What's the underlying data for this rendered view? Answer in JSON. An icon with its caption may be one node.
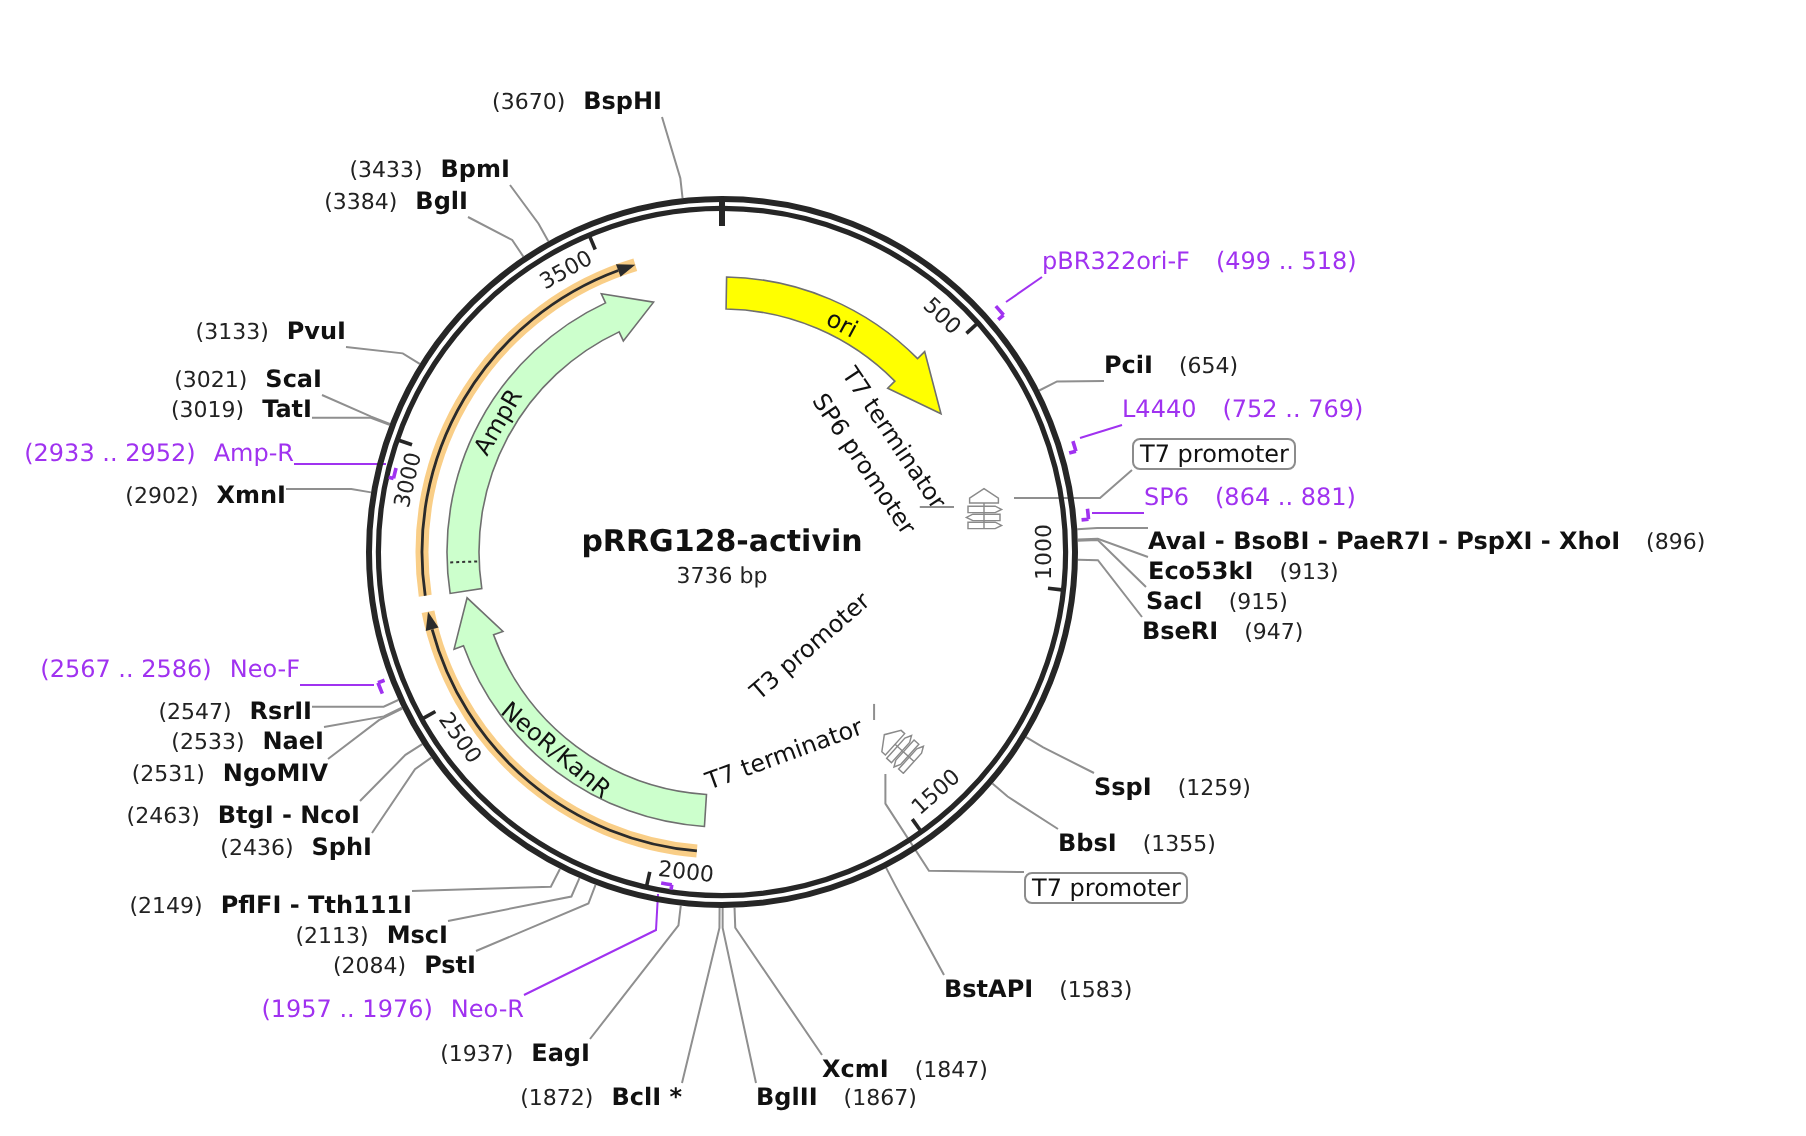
{
  "diagram": {
    "nodes": [
      {
        "text": [
          "pRRG128-activin",
          "3736 bp"
        ]
      },
      {
        "text": [
          "ori"
        ],
        "in": 0
      },
      {
        "text": [
          "AmpR"
        ],
        "in": 0
      },
      {
        "text": [
          "NeoR/KanR"
        ],
        "in": 0
      },
      {
        "text": [],
        "shape": "arrow",
        "in": 0
      },
      {
        "text": [],
        "shape": "arrow",
        "in": 0
      },
      {
        "text": [],
        "shape": "picture",
        "in": 0
      },
      {
        "text": [
          "SP6 promoter"
        ],
        "in": 0
      },
      {
        "text": [],
        "shape": "picture",
        "in": 0
      },
      {
        "text": [
          "T3 promoter"
        ],
        "in": 0
      },
      {
        "text": [
          "(3670)",
          "BspHI"
        ]
      },
      {
        "text": [
          "pBR322ori-F",
          "(499 .. 518)"
        ]
      },
      {
        "text": [],
        "shape": "bar"
      },
      {
        "text": [
          "PciI",
          "(654)"
        ]
      },
      {
        "text": [
          "L4440",
          "(752 .. 769)"
        ]
      },
      {
        "text": [],
        "shape": "bar"
      },
      {
        "text": [
          "T7 promoter"
        ]
      },
      {
        "text": [
          "SP6",
          "(864 .. 881)"
        ]
      },
      {
        "text": [],
        "shape": "bar"
      },
      {
        "text": [
          "AvaI - BsoBI - PaeR7I - PspXI - XhoI",
          "(896)"
        ]
      },
      {
        "text": [
          "Eco53kI",
          "(913)"
        ]
      },
      {
        "text": [
          "SacI",
          "(915)"
        ]
      },
      {
        "text": [
          "BseRI",
          "(947)"
        ]
      },
      {
        "text": [
          "SspI",
          "(1259)"
        ]
      },
      {
        "text": [
          "BbsI",
          "(1355)"
        ]
      },
      {
        "text": [
          "T7 promoter"
        ]
      },
      {
        "text": [
          "BstAPI",
          "(1583)"
        ]
      },
      {
        "text": [
          "XcmI",
          "(1847)"
        ]
      },
      {
        "text": [
          "BglII",
          "(1867)"
        ]
      },
      {
        "text": [
          "(1872)",
          "BclI *"
        ]
      },
      {
        "text": [
          "(1937)",
          "EagI"
        ]
      },
      {
        "text": [
          "(1957 .. 1976)",
          "Neo-R"
        ]
      },
      {
        "text": [],
        "shape": "bar",
        "in": 0
      },
      {
        "text": [
          "(2084)",
          "PstI"
        ]
      },
      {
        "text": [
          "(2113)",
          "MscI"
        ]
      },
      {
        "text": [
          "(2149)",
          "PflFI - Tth111I"
        ]
      },
      {
        "text": [
          "(2436)",
          "SphI"
        ]
      },
      {
        "text": [
          "(2463)",
          "BtgI - NcoI"
        ]
      },
      {
        "text": [
          "(2531)",
          "NgoMIV"
        ]
      },
      {
        "text": [
          "(2533)",
          "NaeI"
        ]
      },
      {
        "text": [
          "(2547)",
          "RsrII"
        ]
      },
      {
        "text": [
          "(2567 .. 2586)",
          "Neo-F"
        ]
      },
      {
        "text": [],
        "shape": "bar"
      },
      {
        "text": [
          "(2902)",
          "XmnI"
        ]
      },
      {
        "text": [
          "(2933 .. 2952)",
          "Amp-R"
        ]
      },
      {
        "text": [],
        "shape": "bar",
        "in": 0
      },
      {
        "text": [
          "(3019)",
          "TatI"
        ]
      },
      {
        "text": [
          "(3021)",
          "ScaI"
        ]
      },
      {
        "text": [
          "(3133)",
          "PvuI"
        ]
      },
      {
        "text": [
          "(3384)",
          "BglI"
        ]
      },
      {
        "text": [
          "(3433)",
          "BpmI"
        ]
      }
    ],
    "edges": [
      {
        "from": 7,
        "to": 6,
        "arrow": "none"
      },
      {
        "from": 9,
        "to": 8,
        "arrow": "none"
      },
      {
        "from": 10,
        "to": 0,
        "arrow": "none"
      },
      {
        "from": 11,
        "to": 12,
        "arrow": "none",
        "color": "#a032f0"
      },
      {
        "from": 13,
        "to": 0,
        "arrow": "none"
      },
      {
        "from": 14,
        "to": 15,
        "arrow": "none",
        "color": "#a032f0"
      },
      {
        "from": 16,
        "to": 6,
        "arrow": "none"
      },
      {
        "from": 17,
        "to": 18,
        "arrow": "none",
        "color": "#a032f0"
      },
      {
        "from": 19,
        "to": 0,
        "arrow": "none"
      },
      {
        "from": 20,
        "to": 0,
        "arrow": "none"
      },
      {
        "from": 21,
        "to": 0,
        "arrow": "none"
      },
      {
        "from": 22,
        "to": 0,
        "arrow": "none"
      },
      {
        "from": 23,
        "to": 0,
        "arrow": "none"
      },
      {
        "from": 24,
        "to": 0,
        "arrow": "none"
      },
      {
        "from": 25,
        "to": 8,
        "arrow": "none"
      },
      {
        "from": 26,
        "to": 0,
        "arrow": "none"
      },
      {
        "from": 27,
        "to": 0,
        "arrow": "none"
      },
      {
        "from": 28,
        "to": 0,
        "arrow": "none"
      },
      {
        "from": 29,
        "to": 0,
        "arrow": "none"
      },
      {
        "from": 30,
        "to": 0,
        "arrow": "none"
      },
      {
        "from": 31,
        "to": 32,
        "arrow": "none",
        "color": "#a032f0"
      },
      {
        "from": 33,
        "to": 0,
        "arrow": "none"
      },
      {
        "from": 34,
        "to": 0,
        "arrow": "none"
      },
      {
        "from": 35,
        "to": 0,
        "arrow": "none"
      },
      {
        "from": 36,
        "to": 0,
        "arrow": "none"
      },
      {
        "from": 37,
        "to": 0,
        "arrow": "none"
      },
      {
        "from": 38,
        "to": 0,
        "arrow": "none"
      },
      {
        "from": 39,
        "to": 0,
        "arrow": "none"
      },
      {
        "from": 40,
        "to": 0,
        "arrow": "none"
      },
      {
        "from": 41,
        "to": 42,
        "arrow": "none",
        "color": "#a032f0"
      },
      {
        "from": 43,
        "to": 0,
        "arrow": "none"
      },
      {
        "from": 44,
        "to": 45,
        "arrow": "none",
        "color": "#a032f0"
      },
      {
        "from": 46,
        "to": 0,
        "arrow": "none"
      },
      {
        "from": 47,
        "to": 0,
        "arrow": "none"
      },
      {
        "from": 48,
        "to": 0,
        "arrow": "none"
      },
      {
        "from": 49,
        "to": 0,
        "arrow": "none"
      },
      {
        "from": 50,
        "to": 0,
        "arrow": "none"
      }
    ],
    "labels": [
      "500",
      "T7 terminator",
      "1000",
      "T7 terminator",
      "1500",
      "2000",
      "2500",
      "3000",
      "3500"
    ]
  }
}
